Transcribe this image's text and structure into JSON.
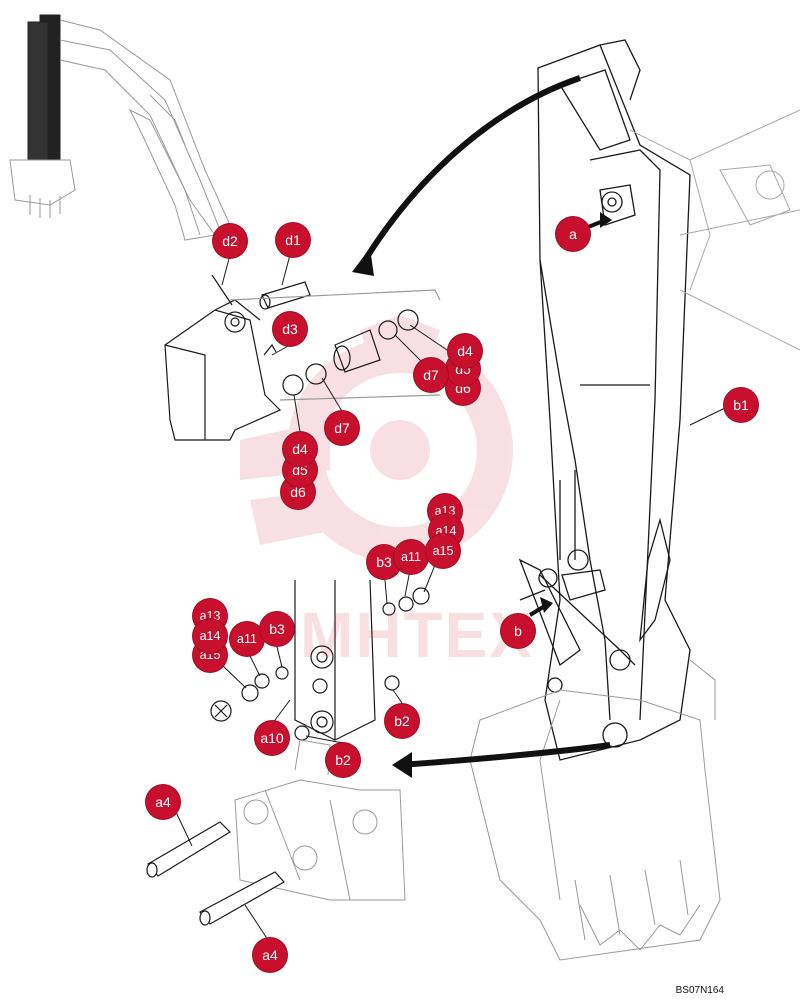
{
  "diagram": {
    "drawing_code": "BS07N164",
    "watermark": "MHTEX",
    "callouts": {
      "d2": "d2",
      "d1": "d1",
      "d3": "d3",
      "d4_top": "d4",
      "d5_right": "d5",
      "d6_right": "d6",
      "d7_right": "d7",
      "d7_left": "d7",
      "d4_left": "d4",
      "d5_left": "d5",
      "d6_left": "d6",
      "a": "a",
      "b1": "b1",
      "b": "b",
      "b3_upper": "b3",
      "a11_upper": "a11",
      "a13_upper": "a13",
      "a14_upper": "a14",
      "a15_upper": "a15",
      "a13_left": "a13",
      "a14_left": "a14",
      "a15_left": "a15",
      "a11_left": "a11",
      "b3_left": "b3",
      "x_mark": "X",
      "a10": "a10",
      "b2_right": "b2",
      "b2_lower": "b2",
      "a4_upper": "a4",
      "a4_lower": "a4"
    }
  }
}
